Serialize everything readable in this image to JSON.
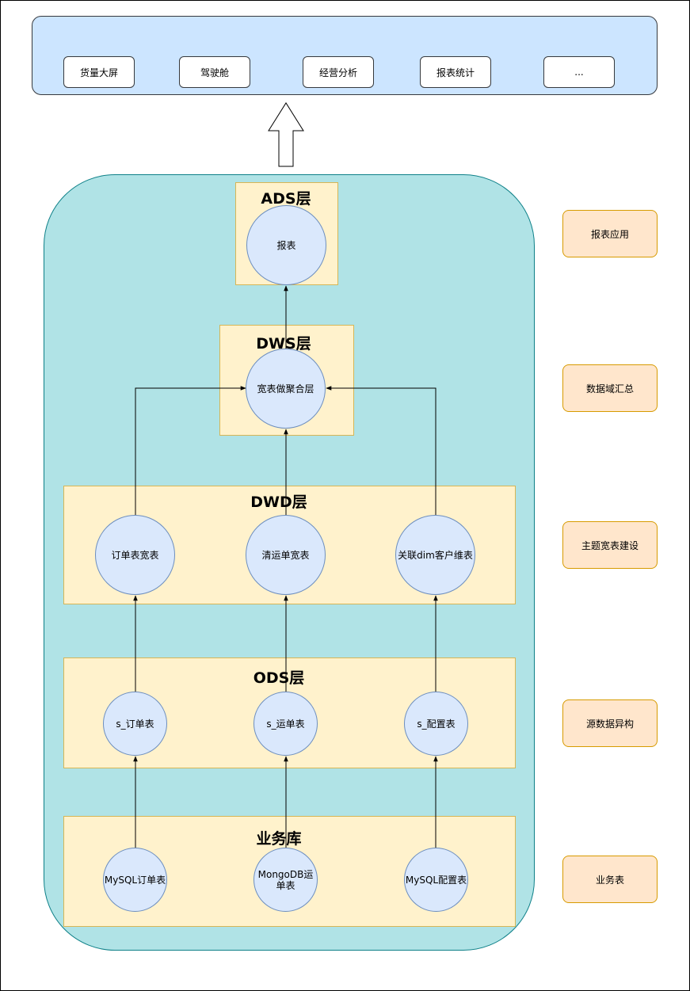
{
  "apps": [
    "货量大屏",
    "驾驶舱",
    "经营分析",
    "报表统计",
    "..."
  ],
  "layers": {
    "ads": {
      "title": "ADS层",
      "nodes": [
        "报表"
      ]
    },
    "dws": {
      "title": "DWS层",
      "nodes": [
        "宽表做聚合层"
      ]
    },
    "dwd": {
      "title": "DWD层",
      "nodes": [
        "订单表宽表",
        "清运单宽表",
        "关联dim客户维表"
      ]
    },
    "ods": {
      "title": "ODS层",
      "nodes": [
        "s_订单表",
        "s_运单表",
        "s_配置表"
      ]
    },
    "biz": {
      "title": "业务库",
      "nodes": [
        "MySQL订单表",
        "MongoDB运单表",
        "MySQL配置表"
      ]
    }
  },
  "side_labels": [
    "报表应用",
    "数据域汇总",
    "主题宽表建设",
    "源数据异构",
    "业务表"
  ],
  "colors": {
    "apps_panel": "#cce5ff",
    "warehouse": "#b0e3e6",
    "layer": "#fff2cc",
    "node": "#dae8fc",
    "side_label": "#ffe6cc"
  }
}
